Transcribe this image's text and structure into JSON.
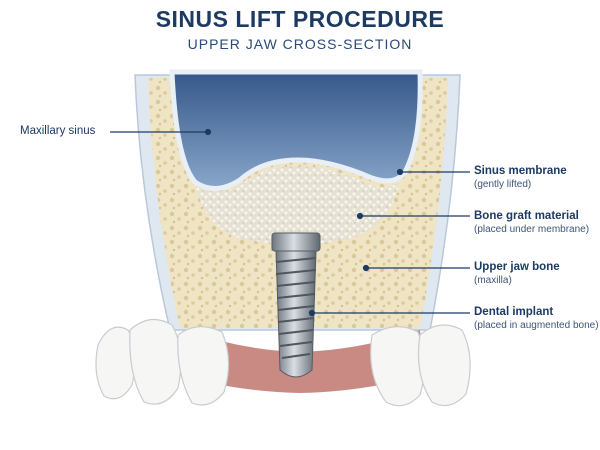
{
  "header": {
    "title": "SINUS LIFT PROCEDURE",
    "subtitle": "UPPER JAW CROSS-SECTION"
  },
  "labels": {
    "maxillary_sinus": {
      "main": "Maxillary sinus"
    },
    "sinus_membrane": {
      "main": "Sinus membrane",
      "sub": "(gently lifted)"
    },
    "bone_graft": {
      "main": "Bone graft material",
      "sub": "(placed under membrane)"
    },
    "upper_jaw_bone": {
      "main": "Upper jaw bone",
      "sub": "(maxilla)"
    },
    "dental_implant": {
      "main": "Dental implant",
      "sub": "(placed in augmented bone)"
    }
  },
  "colors": {
    "sinus": "#5b7fae",
    "membrane": "#eef3f8",
    "graft": "#ece8da",
    "bone": "#efe4c4",
    "gum": "#c98a84",
    "implant": "#9aa2ab",
    "leader": "#1d3a63"
  }
}
